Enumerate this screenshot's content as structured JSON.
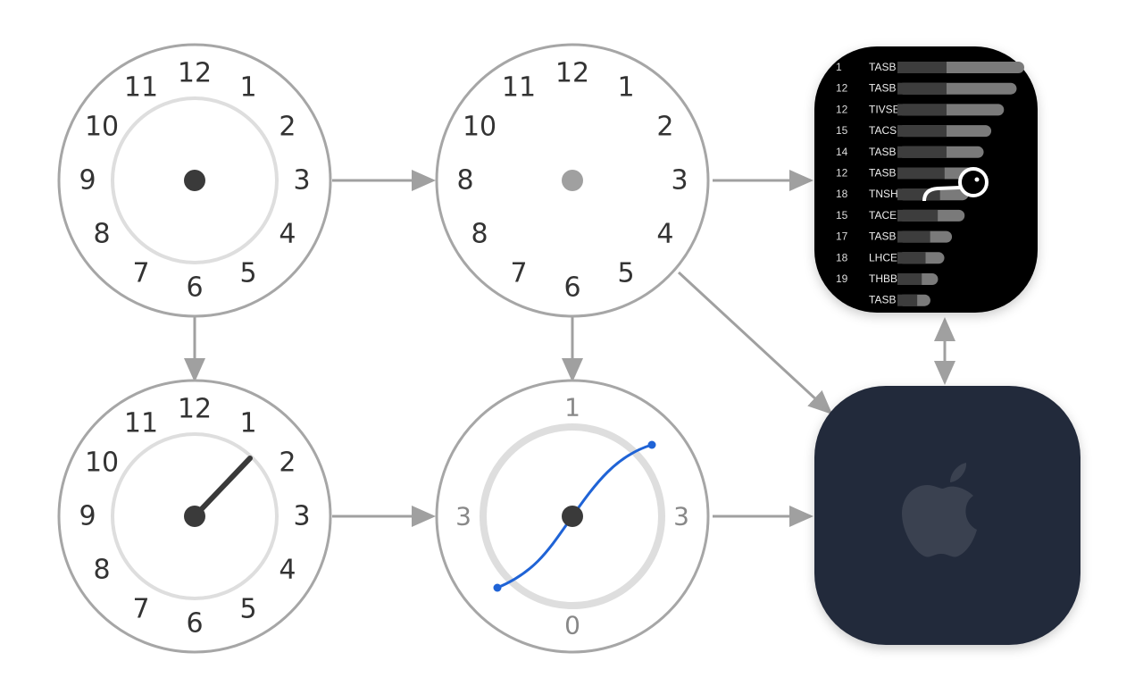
{
  "colors": {
    "ring": "#a6a6a6",
    "inner_ring": "#dedede",
    "hand": "#3a3a3a",
    "curve": "#1f63d6",
    "arrow": "#a0a0a0",
    "dark_panel": "#000000",
    "navy_panel": "#232a3b"
  },
  "clocks": [
    {
      "labels": [
        "12",
        "1",
        "2",
        "3",
        "4",
        "5",
        "6",
        "7",
        "8",
        "9",
        "10",
        "11"
      ]
    },
    {
      "labels": [
        "12",
        "1",
        "2",
        "3",
        "4",
        "5",
        "6",
        "7",
        "8",
        "8",
        "10",
        "11"
      ]
    },
    {
      "labels": [
        "12",
        "1",
        "2",
        "3",
        "4",
        "5",
        "6",
        "7",
        "8",
        "9",
        "10",
        "11"
      ]
    },
    {
      "top": "1",
      "left": "3",
      "right": "3",
      "bottom": "0"
    }
  ],
  "task_list": {
    "rows": [
      {
        "num": "1",
        "label": "TASB",
        "fill": 1.0
      },
      {
        "num": "12",
        "label": "TASB",
        "fill": 0.94
      },
      {
        "num": "12",
        "label": "TIVSE",
        "fill": 0.84
      },
      {
        "num": "15",
        "label": "TACS",
        "fill": 0.74
      },
      {
        "num": "14",
        "label": "TASB",
        "fill": 0.68
      },
      {
        "num": "12",
        "label": "TASB",
        "fill": 0.62
      },
      {
        "num": "18",
        "label": "TNSH",
        "fill": 0.56
      },
      {
        "num": "15",
        "label": "TACE",
        "fill": 0.53
      },
      {
        "num": "17",
        "label": "TASB",
        "fill": 0.43
      },
      {
        "num": "18",
        "label": "LHCE",
        "fill": 0.37
      },
      {
        "num": "19",
        "label": "THBB",
        "fill": 0.32
      },
      {
        "num": "",
        "label": "TASB",
        "fill": 0.26
      }
    ]
  },
  "logo_icon": "apple-logo-icon"
}
